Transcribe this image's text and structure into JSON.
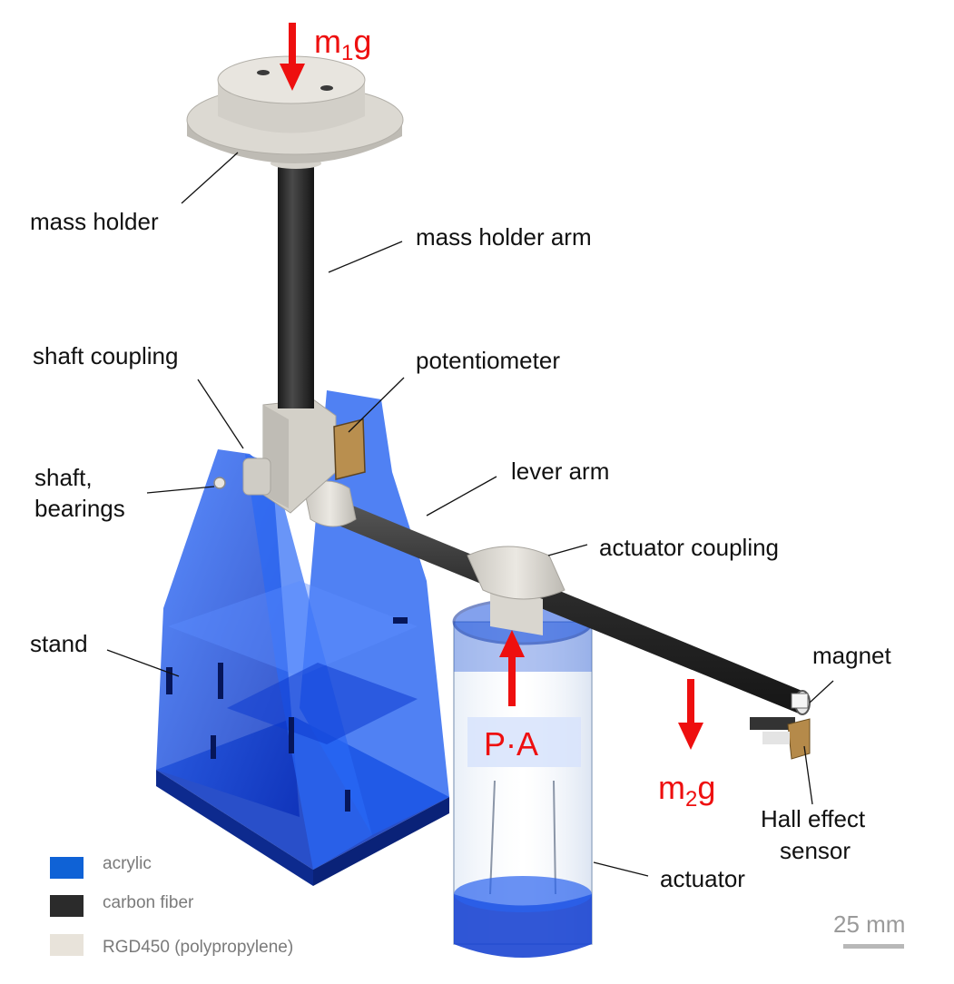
{
  "labels": {
    "mass_holder": "mass holder",
    "mass_holder_arm": "mass holder arm",
    "shaft_coupling": "shaft coupling",
    "potentiometer": "potentiometer",
    "shaft_bearings_line1": "shaft,",
    "shaft_bearings_line2": "bearings",
    "lever_arm": "lever arm",
    "actuator_coupling": "actuator coupling",
    "stand": "stand",
    "magnet": "magnet",
    "hall_line1": "Hall effect",
    "hall_line2": "sensor",
    "actuator": "actuator"
  },
  "forces": {
    "m1g": {
      "m": "m",
      "sub": "1",
      "g": "g"
    },
    "m2g": {
      "m": "m",
      "sub": "2",
      "g": "g"
    },
    "pa": "P·A"
  },
  "legend": [
    {
      "label": "acrylic",
      "color": "#0f62d6"
    },
    {
      "label": "carbon fiber",
      "color": "#2b2b2b"
    },
    {
      "label": "RGD450 (polypropylene)",
      "color": "#e8e3da"
    }
  ],
  "scale_bar": {
    "label": "25 mm"
  },
  "colors": {
    "force_arrow": "#ee0f0f",
    "acrylic": "#1f55d6",
    "carbon_fiber": "#2d2d2d",
    "polypropylene": "#dedbd4"
  }
}
